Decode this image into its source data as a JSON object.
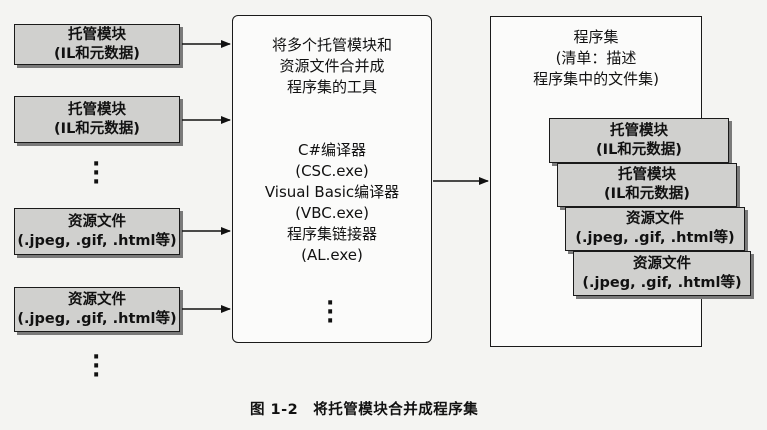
{
  "left_modules": [
    {
      "title": "托管模块",
      "detail": "(IL和元数据)"
    },
    {
      "title": "托管模块",
      "detail": "(IL和元数据)"
    },
    {
      "title": "资源文件",
      "detail": "(.jpeg, .gif, .html等)"
    },
    {
      "title": "资源文件",
      "detail": "(.jpeg, .gif, .html等)"
    }
  ],
  "tool_box": {
    "heading": [
      "将多个托管模块和",
      "资源文件合并成",
      "程序集的工具"
    ],
    "tools": [
      "C#编译器",
      "(CSC.exe)",
      "Visual Basic编译器",
      "(VBC.exe)",
      "程序集链接器",
      "(AL.exe)"
    ]
  },
  "assembly_box": {
    "title": [
      "程序集",
      "(清单：描述",
      "程序集中的文件集)"
    ],
    "items": [
      {
        "title": "托管模块",
        "detail": "(IL和元数据)"
      },
      {
        "title": "托管模块",
        "detail": "(IL和元数据)"
      },
      {
        "title": "资源文件",
        "detail": "(.jpeg, .gif, .html等)"
      },
      {
        "title": "资源文件",
        "detail": "(.jpeg, .gif, .html等)"
      }
    ]
  },
  "caption": "图 1-2　将托管模块合并成程序集"
}
